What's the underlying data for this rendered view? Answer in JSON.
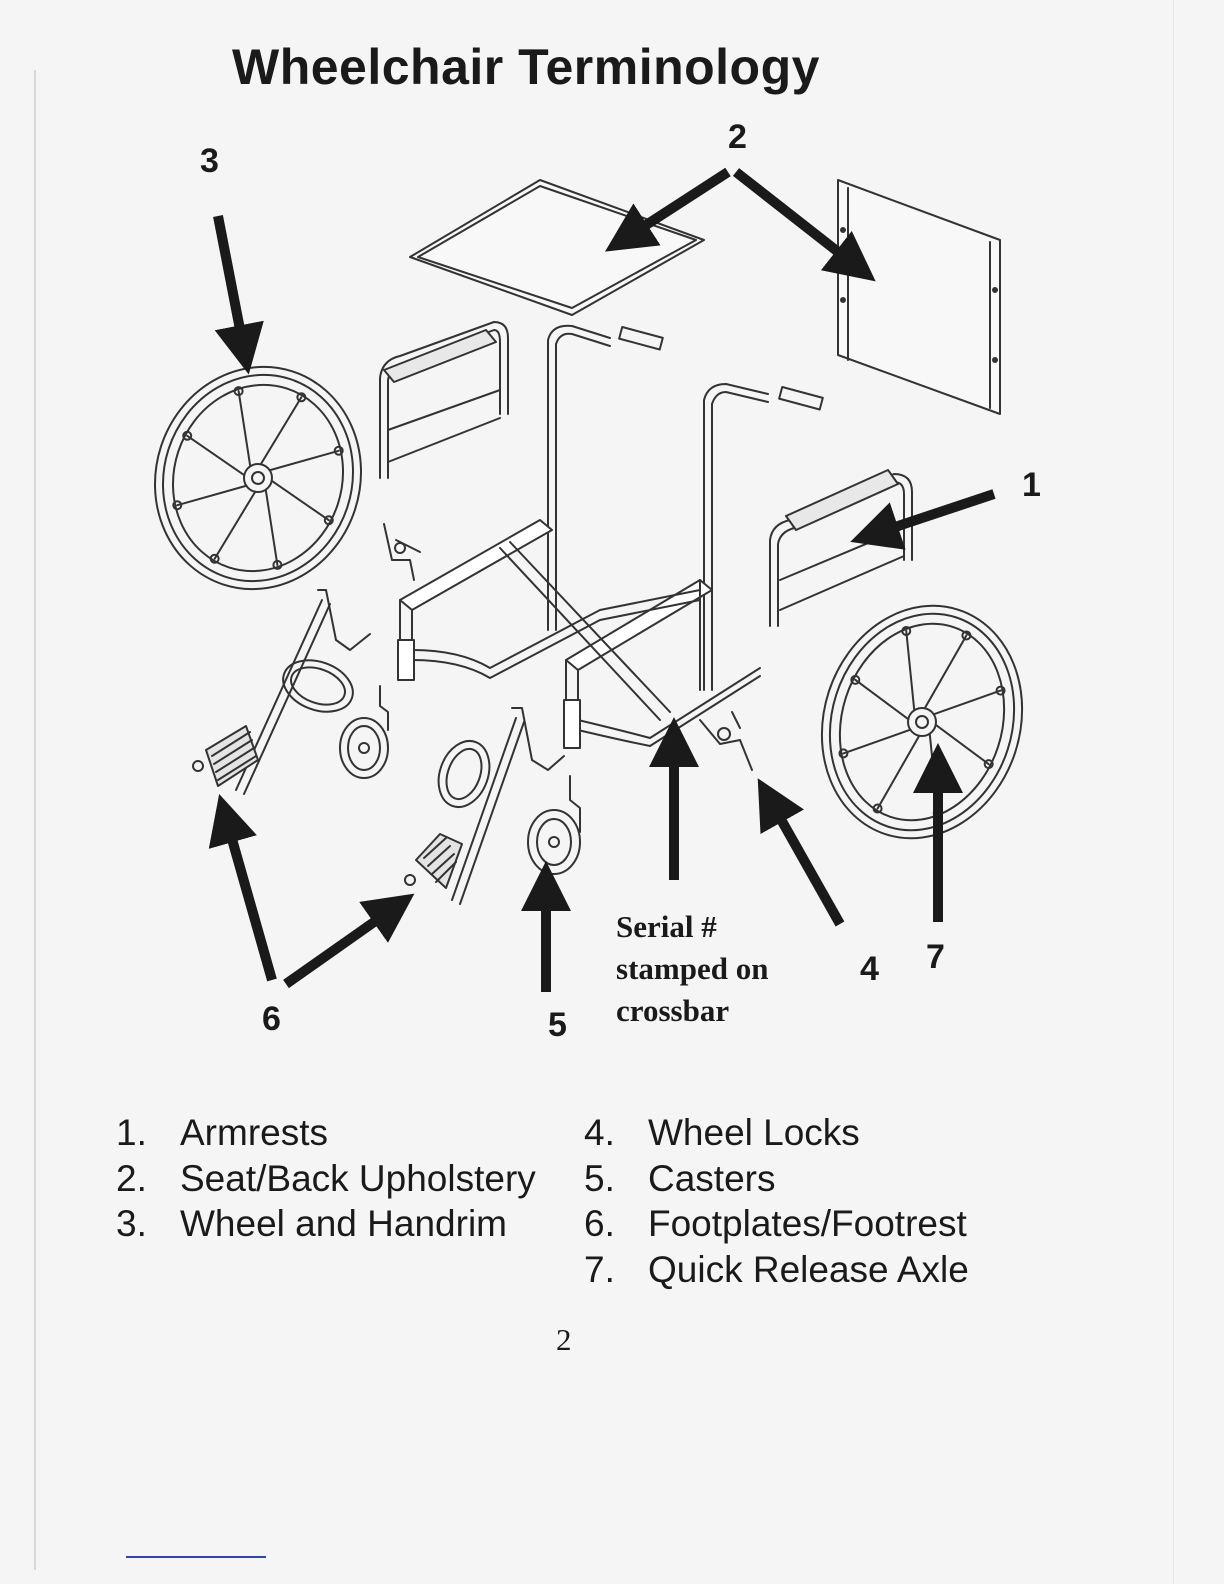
{
  "title": "Wheelchair Terminology",
  "callouts": {
    "c1": "1",
    "c2": "2",
    "c3": "3",
    "c4": "4",
    "c5": "5",
    "c6": "6",
    "c7": "7"
  },
  "serial_note": "Serial # stamped on crossbar",
  "legend": [
    {
      "num": "1.",
      "text": "Armrests"
    },
    {
      "num": "2.",
      "text": "Seat/Back Upholstery"
    },
    {
      "num": "3.",
      "text": "Wheel and Handrim"
    },
    {
      "num": "4.",
      "text": "Wheel Locks"
    },
    {
      "num": "5.",
      "text": "Casters"
    },
    {
      "num": "6.",
      "text": "Footplates/Footrest"
    },
    {
      "num": "7.",
      "text": "Quick Release Axle"
    }
  ],
  "page_number": "2",
  "colors": {
    "ink": "#1a1a1a",
    "paper": "#f5f5f5"
  }
}
